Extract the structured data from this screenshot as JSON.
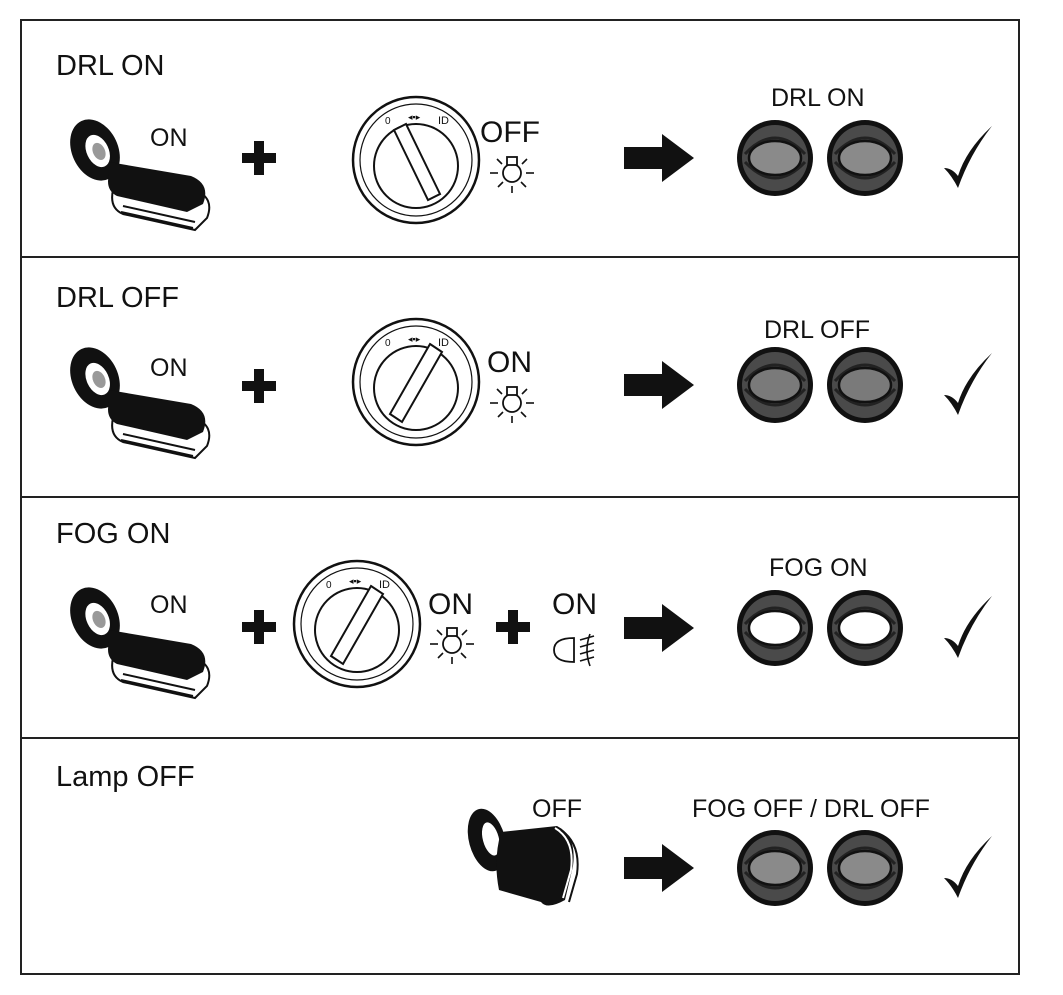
{
  "sections": [
    {
      "title": "DRL ON",
      "key_label": "ON",
      "switch_state": "OFF",
      "result_label": "DRL ON",
      "lamp_fill": "#8a8a8a"
    },
    {
      "title": "DRL OFF",
      "key_label": "ON",
      "switch_state": "ON",
      "result_label": "DRL OFF",
      "lamp_fill": "#7a7a7a"
    },
    {
      "title": "FOG ON",
      "key_label": "ON",
      "switch_state": "ON",
      "fog_state": "ON",
      "result_label": "FOG ON",
      "lamp_fill": "#ffffff"
    },
    {
      "title": "Lamp OFF",
      "key_label": "OFF",
      "result_label": "FOG OFF / DRL OFF",
      "lamp_fill": "#8a8a8a"
    }
  ],
  "colors": {
    "ink": "#111111",
    "lamp_rim": "#4a4a4a"
  },
  "icons": [
    "ignition-key-icon",
    "plus-icon",
    "light-switch-dial-icon",
    "lamp-bulb-icon",
    "fog-lamp-icon",
    "arrow-right-icon",
    "headlamp-icon",
    "checkmark-icon"
  ]
}
